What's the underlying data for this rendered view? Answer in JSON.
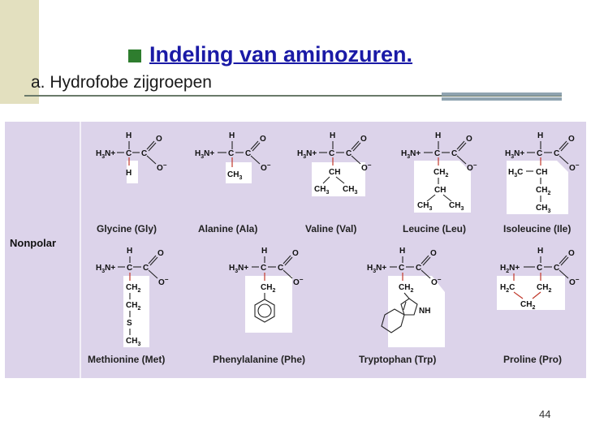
{
  "slide": {
    "title": "Indeling van aminozuren.",
    "subtitle": "a. Hydrofobe zijgroepen",
    "page_number": "44",
    "colors": {
      "title": "#1a1aa6",
      "bullet": "#2e7d2e",
      "panel": "#dcd3ea",
      "left_strip": "#e3e0bf"
    }
  },
  "figure": {
    "row_label": "Nonpolar",
    "amino_acids": [
      {
        "name": "Glycine (Gly)"
      },
      {
        "name": "Alanine (Ala)"
      },
      {
        "name": "Valine (Val)"
      },
      {
        "name": "Leucine (Leu)"
      },
      {
        "name": "Isoleucine (Ile)"
      },
      {
        "name": "Methionine (Met)"
      },
      {
        "name": "Phenylalanine (Phe)"
      },
      {
        "name": "Tryptophan (Trp)"
      },
      {
        "name": "Proline (Pro)"
      }
    ],
    "atoms": {
      "h": "H",
      "c": "C",
      "o": "O",
      "o_minus": "O",
      "charge": "−",
      "h3n": "H",
      "n_plus": "N+",
      "ch3": "CH",
      "ch2": "CH",
      "ch": "CH",
      "s": "S",
      "nh": "NH",
      "h2c": "H",
      "h3c": "H",
      "sub2": "2",
      "sub3": "3"
    }
  }
}
